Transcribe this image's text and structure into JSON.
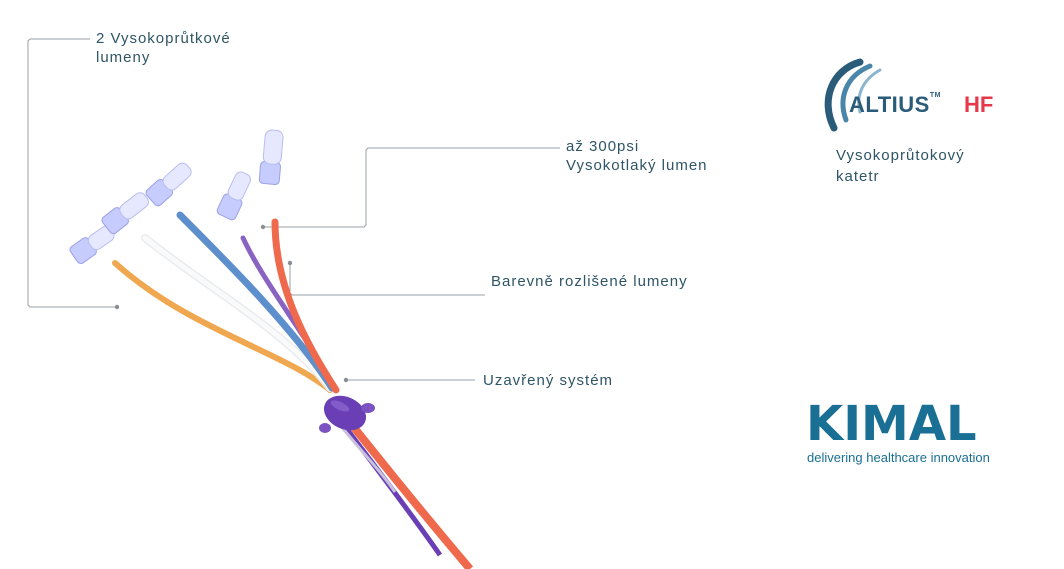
{
  "callouts": {
    "lumens": {
      "line1": "2 Vysokoprůtkové",
      "line2": "lumeny"
    },
    "pressure": {
      "line1": "až 300psi",
      "line2": "Vysokotlaký lumen"
    },
    "colored": "Barevně rozlišené lumeny",
    "closed": "Uzavřený systém"
  },
  "product": {
    "brand": "ALTIUS",
    "brand_tm": "TM",
    "brand_suffix": "HF",
    "description_line1": "Vysokoprůtokový",
    "description_line2": "katetr"
  },
  "company": {
    "name": "KIMAL",
    "tagline": "delivering healthcare innovation"
  },
  "colors": {
    "text": "#2f5566",
    "brand_blue": "#1a6f95",
    "hf_red": "#e5384a",
    "lumen_orange": "#f0a850",
    "lumen_white": "#f4f4f4",
    "lumen_blue": "#5c8fcb",
    "lumen_purple": "#8a62c2",
    "lumen_red": "#ef6a4c",
    "hub_purple": "#6a3fb5"
  }
}
